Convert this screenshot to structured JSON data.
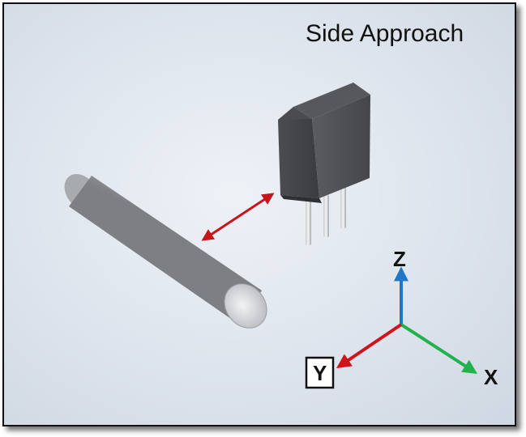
{
  "title": "Side Approach",
  "axes": {
    "z_label": "Z",
    "x_label": "X",
    "y_label": "Y",
    "z_color": "#1f77c8",
    "x_color": "#23b14d",
    "y_color": "#d0141c"
  },
  "approach_arrow_color": "#c8141c",
  "objects": [
    "cylindrical-rod",
    "three-lead-sensor"
  ]
}
